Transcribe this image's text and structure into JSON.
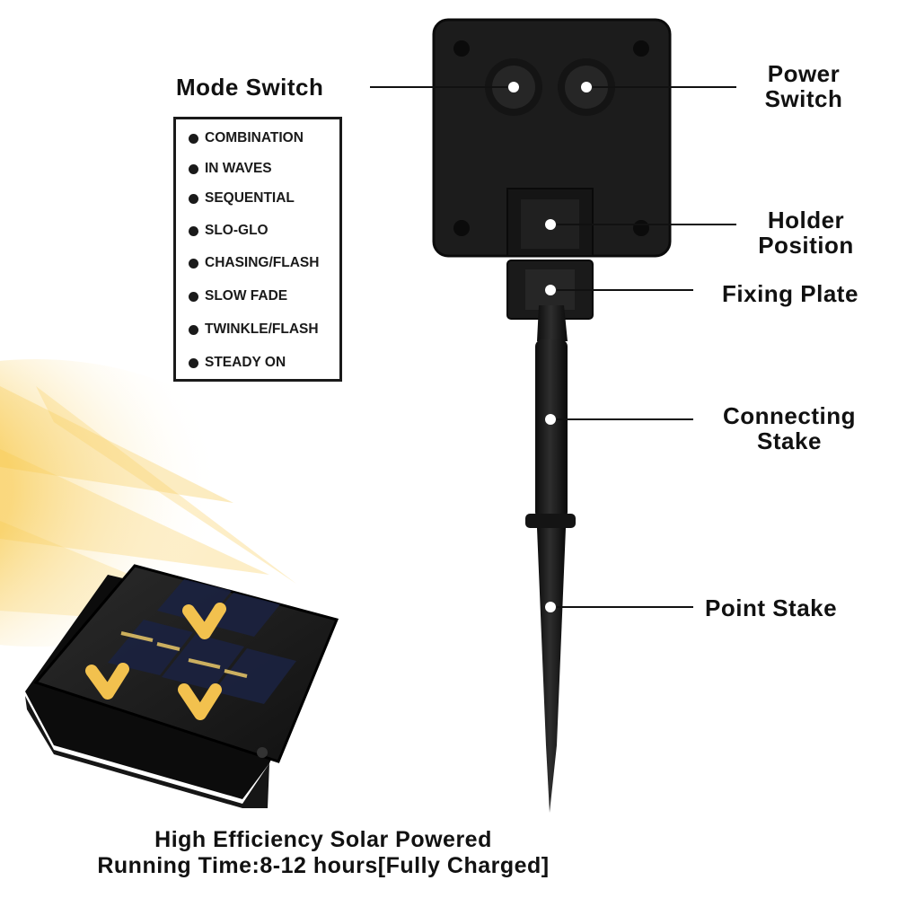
{
  "labels": {
    "mode_switch": "Mode Switch",
    "power_switch_1": "Power",
    "power_switch_2": "Switch",
    "holder_position_1": "Holder",
    "holder_position_2": "Position",
    "fixing_plate": "Fixing Plate",
    "connecting_stake_1": "Connecting",
    "connecting_stake_2": "Stake",
    "point_stake": "Point Stake"
  },
  "modes": [
    "COMBINATION",
    "IN WAVES",
    "SEQUENTIAL",
    "SLO-GLO",
    "CHASING/FLASH",
    "SLOW FADE",
    "TWINKLE/FLASH",
    "STEADY ON"
  ],
  "caption": {
    "line1": "High Efficiency Solar Powered",
    "line2": "Running Time:8-12 hours[Fully Charged]"
  },
  "colors": {
    "device": "#1c1c1c",
    "device_edge": "#0b0b0b",
    "sunlight": "#f7c744",
    "arrow": "#f2c14e"
  }
}
